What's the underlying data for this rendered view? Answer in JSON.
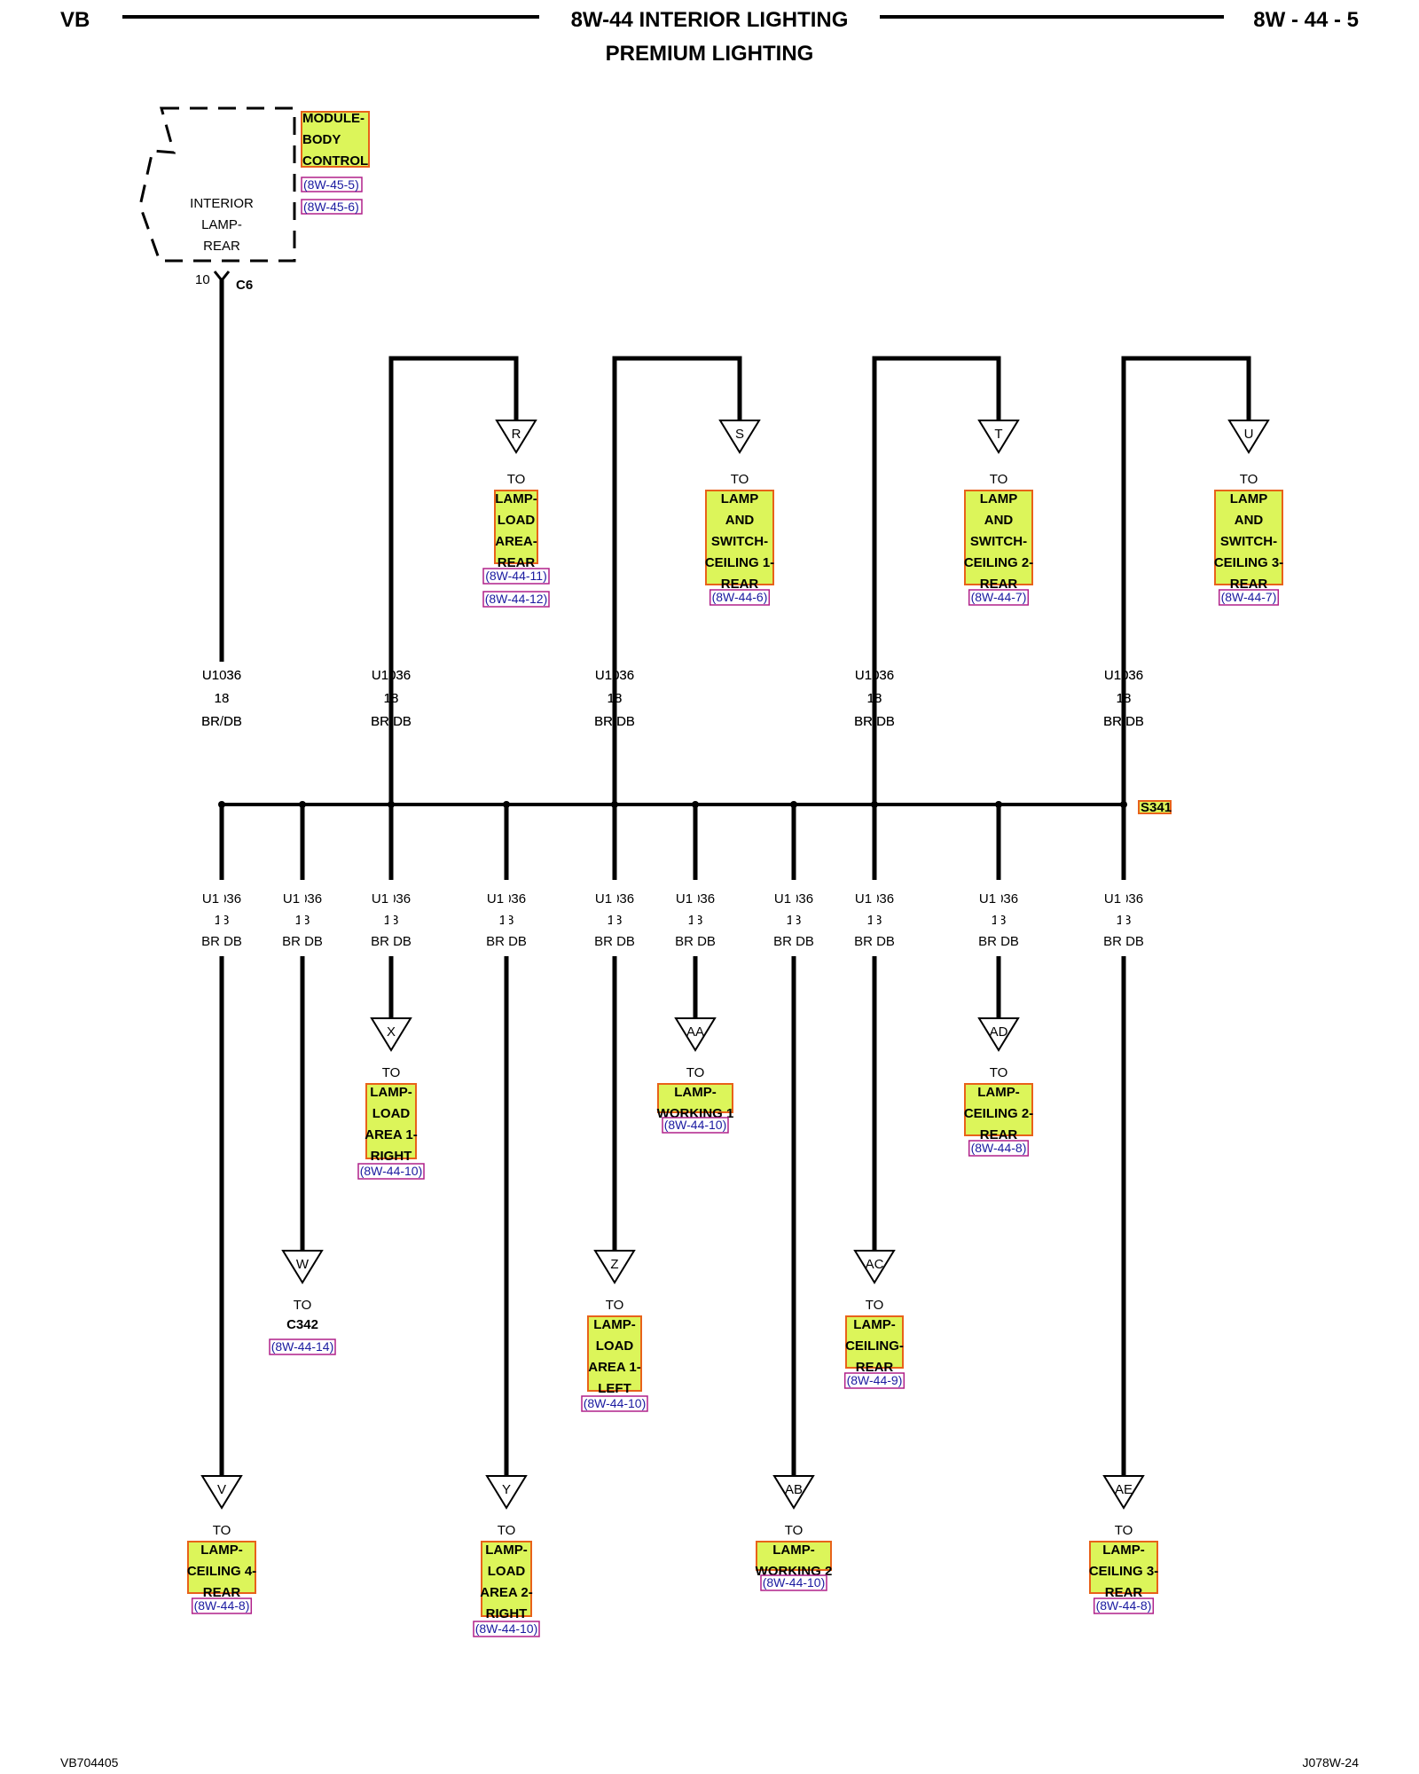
{
  "header": {
    "left": "VB",
    "title": "8W-44 INTERIOR LIGHTING",
    "subtitle": "PREMIUM LIGHTING",
    "right": "8W - 44 - 5"
  },
  "module": {
    "name_lines": [
      "MODULE-",
      "BODY",
      "CONTROL"
    ],
    "refs": [
      "(8W-45-5)",
      "(8W-45-6)"
    ],
    "function_lines": [
      "INTERIOR",
      "LAMP-",
      "REAR"
    ],
    "pin": "10",
    "connector": "C6"
  },
  "wire": {
    "circuit": "U1036",
    "gauge": "18",
    "color": "BR/DB"
  },
  "splice": "S341",
  "to_label": "TO",
  "top_connectors": [
    {
      "letter": "R",
      "lines": [
        "LAMP-",
        "LOAD",
        "AREA-",
        "REAR"
      ],
      "refs": [
        "(8W-44-11)",
        "(8W-44-12)"
      ]
    },
    {
      "letter": "S",
      "lines": [
        "LAMP",
        "AND",
        "SWITCH-",
        "CEILING 1-",
        "REAR"
      ],
      "refs": [
        "(8W-44-6)"
      ]
    },
    {
      "letter": "T",
      "lines": [
        "LAMP",
        "AND",
        "SWITCH-",
        "CEILING 2-",
        "REAR"
      ],
      "refs": [
        "(8W-44-7)"
      ]
    },
    {
      "letter": "U",
      "lines": [
        "LAMP",
        "AND",
        "SWITCH-",
        "CEILING 3-",
        "REAR"
      ],
      "refs": [
        "(8W-44-7)"
      ]
    }
  ],
  "bottom_connectors": [
    {
      "letter": "V",
      "lines": [
        "LAMP-",
        "CEILING 4-",
        "REAR"
      ],
      "refs": [
        "(8W-44-8)"
      ]
    },
    {
      "letter": "W",
      "lines": [
        "C342"
      ],
      "refs": [
        "(8W-44-14)"
      ]
    },
    {
      "letter": "X",
      "lines": [
        "LAMP-",
        "LOAD",
        "AREA 1-",
        "RIGHT"
      ],
      "refs": [
        "(8W-44-10)"
      ]
    },
    {
      "letter": "Y",
      "lines": [
        "LAMP-",
        "LOAD",
        "AREA 2-",
        "RIGHT"
      ],
      "refs": [
        "(8W-44-10)"
      ]
    },
    {
      "letter": "Z",
      "lines": [
        "LAMP-",
        "LOAD",
        "AREA 1-",
        "LEFT"
      ],
      "refs": [
        "(8W-44-10)"
      ]
    },
    {
      "letter": "AA",
      "lines": [
        "LAMP-",
        "WORKING 1"
      ],
      "refs": [
        "(8W-44-10)"
      ]
    },
    {
      "letter": "AB",
      "lines": [
        "LAMP-",
        "WORKING 2"
      ],
      "refs": [
        "(8W-44-10)"
      ]
    },
    {
      "letter": "AC",
      "lines": [
        "LAMP-",
        "CEILING-",
        "REAR"
      ],
      "refs": [
        "(8W-44-9)"
      ]
    },
    {
      "letter": "AD",
      "lines": [
        "LAMP-",
        "CEILING 2-",
        "REAR"
      ],
      "refs": [
        "(8W-44-8)"
      ]
    },
    {
      "letter": "AE",
      "lines": [
        "LAMP-",
        "CEILING 3-",
        "REAR"
      ],
      "refs": [
        "(8W-44-8)"
      ]
    }
  ],
  "footer": {
    "left": "VB704405",
    "right": "J078W-24"
  }
}
